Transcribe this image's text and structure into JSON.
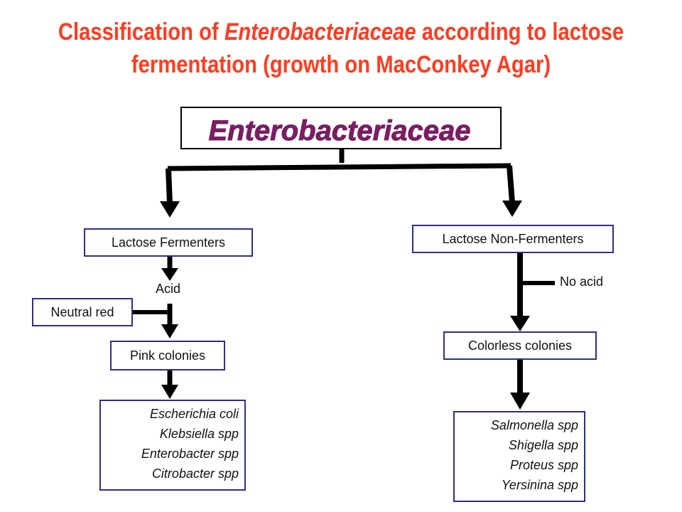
{
  "title": {
    "part1": "Classification of ",
    "italic": "Enterobacteriaceae",
    "part2": " according to lactose",
    "line2": "fermentation (growth on MacConkey Agar)"
  },
  "root": {
    "label": "Enterobacteriaceae"
  },
  "left": {
    "label": "Lactose Fermenters",
    "acid_label": "Acid",
    "indicator": "Neutral red",
    "result": "Pink colonies",
    "organisms": [
      "Escherichia coli",
      "Klebsiella spp",
      "Enterobacter spp",
      "Citrobacter spp"
    ]
  },
  "right": {
    "label": "Lactose Non-Fermenters",
    "acid_label": "No acid",
    "result": "Colorless colonies",
    "organisms": [
      "Salmonella spp",
      "Shigella spp",
      "Proteus spp",
      "Yersinina spp"
    ]
  },
  "colors": {
    "title": "#ff3b1f",
    "box_border": "#2e2e8a",
    "root_fill": "#7a1e63",
    "connector": "#000000"
  }
}
